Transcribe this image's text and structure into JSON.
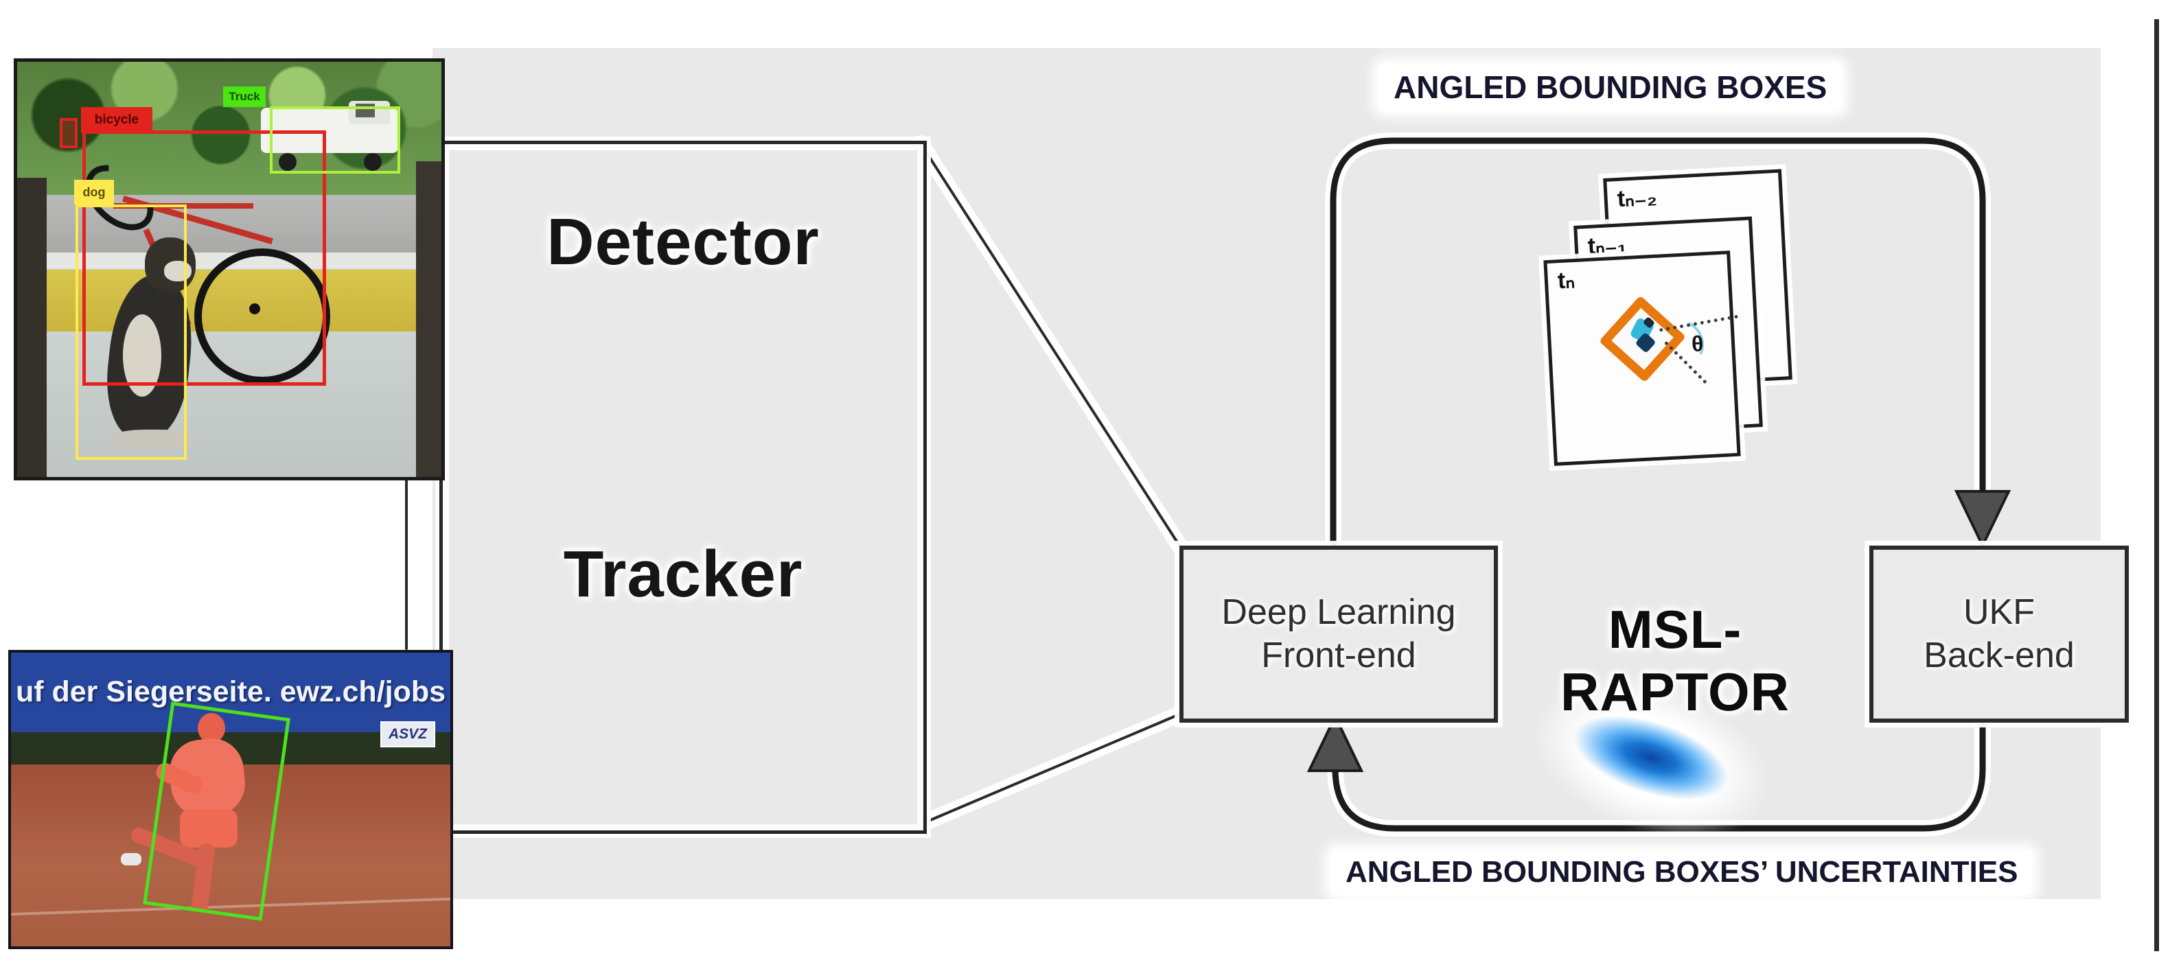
{
  "header": {
    "top_flow_label": "ANGLED BOUNDING BOXES"
  },
  "footer": {
    "bottom_flow_label": "ANGLED BOUNDING BOXES’ UNCERTAINTIES"
  },
  "pipeline": {
    "detector_label": "Detector",
    "tracker_label": "Tracker",
    "system_name": "MSL-RAPTOR",
    "frontend": {
      "line1": "Deep Learning",
      "line2": "Front-end"
    },
    "backend": {
      "line1": "UKF",
      "line2": "Back-end"
    }
  },
  "frames": {
    "front_label": "tₙ",
    "middle_label": "tₙ₋₁",
    "back_label": "tₙ₋₂",
    "theta_label": "θ"
  },
  "photo_detection": {
    "bicycle_label": "bicycle",
    "dog_label": "dog",
    "truck_label": "Truck"
  },
  "photo_tennis": {
    "banner_text": "uf der Siegerseite. ewz.ch/jobs",
    "badge_text": "ASVZ"
  },
  "colors": {
    "canvas_gray": "#e9e9e9",
    "loop_line": "#1c1c1c",
    "flow_label_text": "#15152e",
    "angled_box_orange": "#e8790f",
    "uncertainty_blue": "#1565c0",
    "bbox_red": "#e3231e",
    "bbox_yellow": "#ffe94e",
    "bbox_truck_green": "#4be512",
    "player_box_green": "#4ce01e",
    "banner_blue": "#26479d"
  }
}
